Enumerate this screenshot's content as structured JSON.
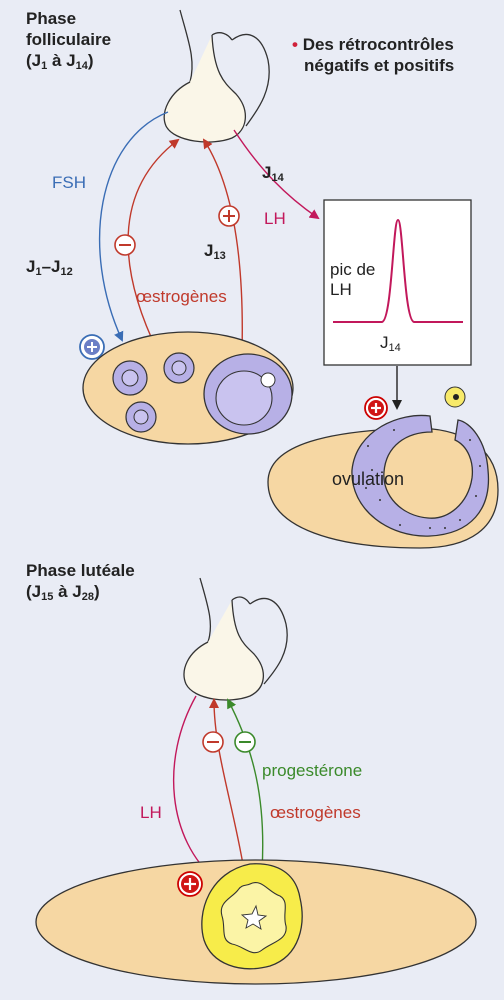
{
  "phase_folliculaire": {
    "title_line1": "Phase",
    "title_line2": "folliculaire",
    "title_line3_prefix": "(J",
    "title_line3_sub1": "1",
    "title_line3_mid": " à J",
    "title_line3_sub2": "14",
    "title_line3_suffix": ")"
  },
  "retro": {
    "bullet": "•",
    "line1": "Des rétrocontrôles",
    "line2": "négatifs et positifs"
  },
  "labels": {
    "fsh": "FSH",
    "lh_top": "LH",
    "j14_bold": "J",
    "j14_sub": "14",
    "j13_bold": "J",
    "j13_sub": "13",
    "j1_j12_a": "J",
    "j1_j12_sub1": "1",
    "j1_j12_b": "–J",
    "j1_j12_sub2": "12",
    "oestrogenes_top": "œstrogènes",
    "pic_de": "pic de",
    "lh_box": "LH",
    "box_j": "J",
    "box_j_sub": "14",
    "ovulation": "ovulation",
    "minus_sign": "−",
    "plus_sign": "+"
  },
  "phase_luteale": {
    "title_line1": "Phase lutéale",
    "title_line2_prefix": "(J",
    "title_line2_sub1": "15",
    "title_line2_mid": " à J",
    "title_line2_sub2": "28",
    "title_line2_suffix": ")",
    "progesterone": "progestérone",
    "oestrogenes": "œstrogènes",
    "lh": "LH"
  },
  "colors": {
    "background": "#e9ecf5",
    "ovary": "#f6d7a3",
    "follicle": "#b7b0e6",
    "corps_jaune": "#f7ec4a",
    "fsh_blue": "#3a6db5",
    "oestrogen_red": "#c0392b",
    "lh_magenta": "#c2185b",
    "progesterone_green": "#3b8a2b"
  }
}
